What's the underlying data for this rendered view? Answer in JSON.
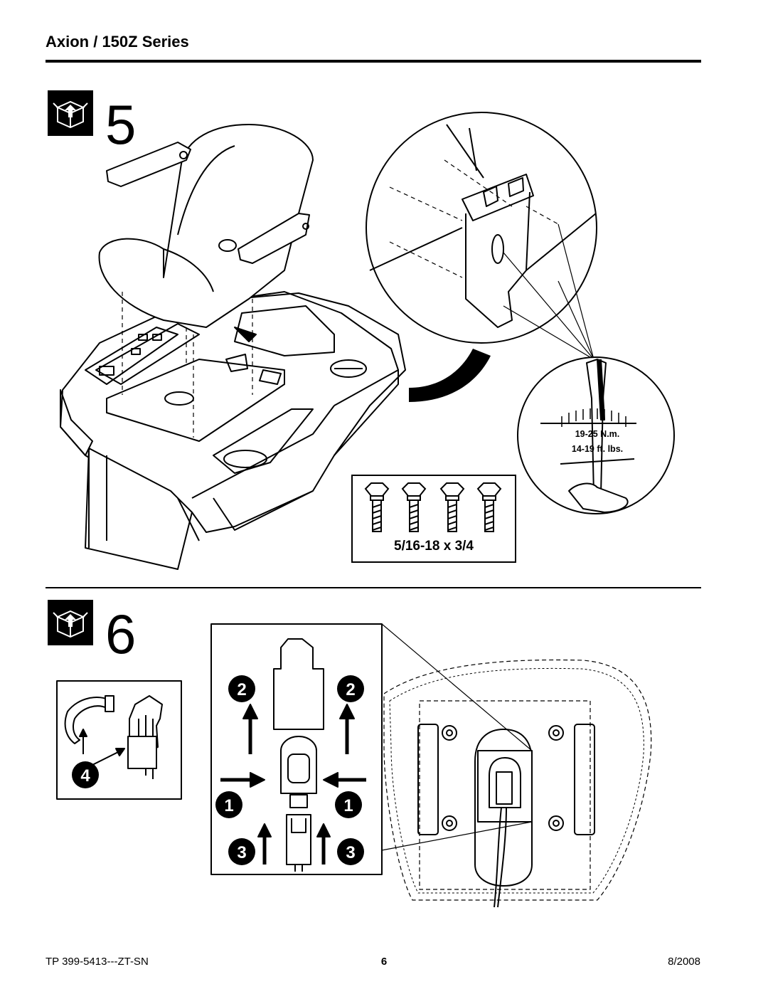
{
  "header": {
    "title": "Axion / 150Z Series"
  },
  "step5": {
    "number": "5",
    "icon": "box-up-arrow-icon",
    "bolt_spec": "5/16-18 x 3/4",
    "torque_metric": "19-25 N.m.",
    "torque_imperial": "14-19 ft. lbs."
  },
  "step6": {
    "number": "6",
    "icon": "box-up-arrow-icon",
    "callouts": [
      "2",
      "2",
      "1",
      "1",
      "3",
      "3",
      "4"
    ]
  },
  "footer": {
    "doc_number": "TP 399-5413---ZT-SN",
    "page": "6",
    "date": "8/2008"
  }
}
